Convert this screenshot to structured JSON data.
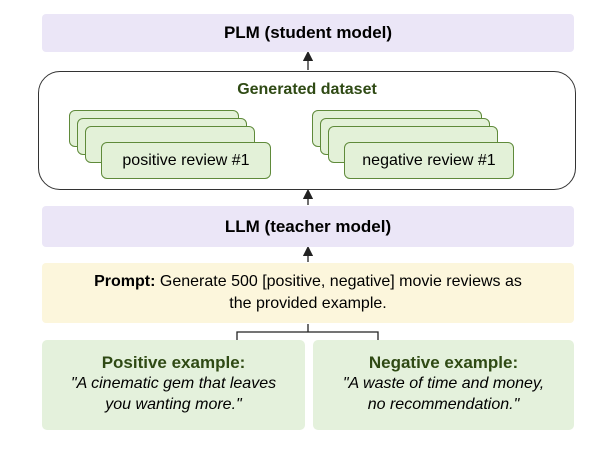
{
  "plm": {
    "label": "PLM (student model)"
  },
  "dataset": {
    "title": "Generated dataset",
    "positive_card": "positive review #1",
    "negative_card": "negative review #1"
  },
  "llm": {
    "label": "LLM (teacher model)"
  },
  "prompt": {
    "label": "Prompt:",
    "line1": "Generate 500 [positive, negative] movie reviews as",
    "line2": "the provided example."
  },
  "examples": {
    "positive": {
      "title": "Positive example:",
      "line1": "\"A cinematic gem that leaves",
      "line2": "you wanting more.\""
    },
    "negative": {
      "title": "Negative example:",
      "line1": "\"A waste of time and money,",
      "line2": "no recommendation.\""
    }
  },
  "colors": {
    "model_box": "#ebe6f7",
    "prompt_box": "#fcf6dc",
    "example_box": "#e4f1dc",
    "card_fill": "#e3f1d8",
    "card_border": "#5f8a3a",
    "heading_green": "#2f4a14"
  }
}
